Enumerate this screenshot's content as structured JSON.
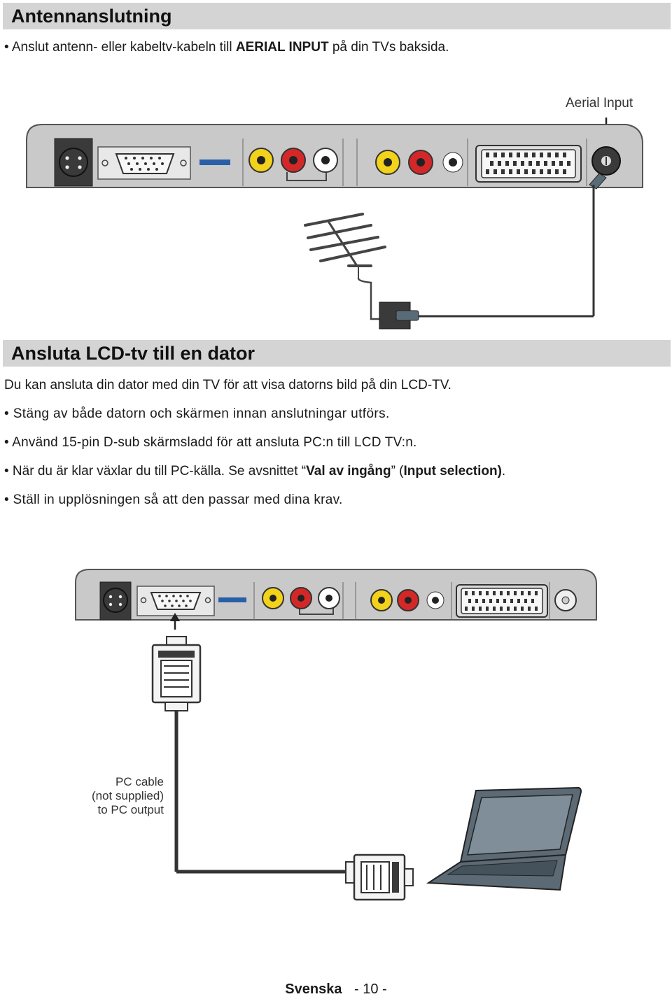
{
  "section1": {
    "heading": "Antennanslutning",
    "bullet": "• Anslut antenn- eller kabeltv-kabeln till ",
    "bullet_bold": "AERIAL INPUT",
    "bullet_end": " på din TVs baksida.",
    "aerial_label": "Aerial Input"
  },
  "section2": {
    "heading": "Ansluta LCD-tv till en dator",
    "intro": "Du kan ansluta din dator med din TV för att visa datorns bild på din LCD-TV.",
    "bullets": [
      "• Stäng av både datorn och skärmen innan anslutningar utförs.",
      "• Använd 15-pin D-sub skärmsladd för att ansluta PC:n till LCD TV:n."
    ],
    "bullet3_a": "• När du är klar växlar du till PC-källa. Se avsnittet “",
    "bullet3_b": "Val av ingång",
    "bullet3_c": "” (",
    "bullet3_d": "Input selection)",
    "bullet3_e": ".",
    "bullet4": "• Ställ in upplösningen så att den passar med dina krav.",
    "pc_label": [
      "PC cable",
      "(not supplied)",
      "to PC output"
    ]
  },
  "footer": {
    "language": "Svenska",
    "page": "- 10 -"
  },
  "icons": [
    "tv-back-panel-icon",
    "antenna-icon",
    "wall-socket-icon",
    "vga-plug-icon",
    "laptop-icon",
    "arrow-icon"
  ],
  "colors": {
    "heading_bar": "#d4d4d4",
    "rca_yellow": "#f2d21a",
    "rca_red": "#d42828",
    "panel": "#c9c9c9"
  }
}
